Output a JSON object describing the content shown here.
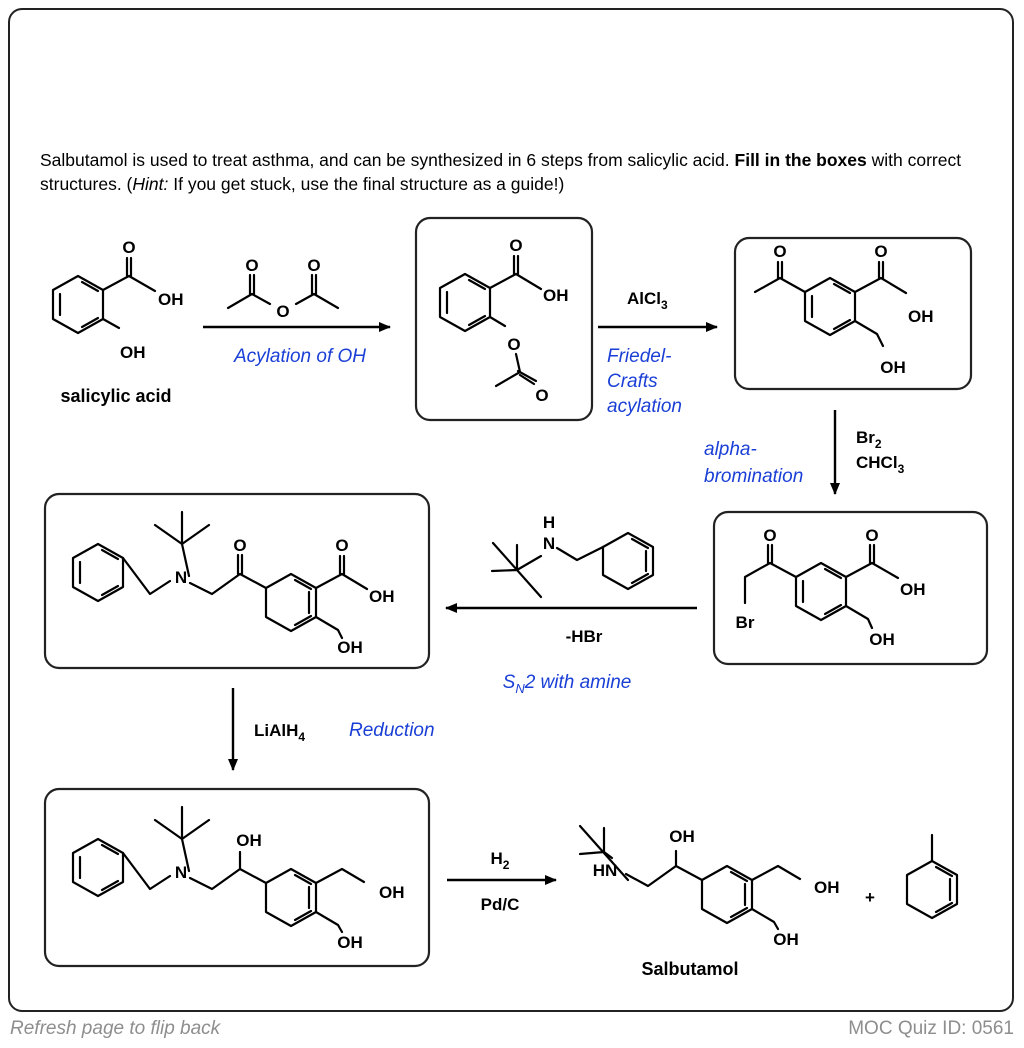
{
  "intro": {
    "part1": "Salbutamol is used to treat asthma, and can be synthesized in 6 steps from salicylic acid. ",
    "bold1": "Fill in the boxes",
    "part2": " with correct structures. (",
    "hint_label": "Hint:",
    "part3": " If you get stuck, use the final structure as a guide!)"
  },
  "atoms": {
    "o": "O",
    "oh": "OH",
    "n": "N",
    "h": "H",
    "hn": "HN",
    "br": "Br",
    "plus": "+"
  },
  "labels": {
    "salicylic_acid": "salicylic acid",
    "salbutamol": "Salbutamol"
  },
  "reagents": {
    "alcl3": "AlCl",
    "alcl3_sub": "3",
    "br2": "Br",
    "br2_sub": "2",
    "chcl3": "CHCl",
    "chcl3_sub": "3",
    "hbr": "-HBr",
    "lialh4": "LiAlH",
    "lialh4_sub": "4",
    "h2": "H",
    "h2_sub": "2",
    "pdc": "Pd/C"
  },
  "notes": {
    "acylation": "Acylation of OH",
    "friedel_1": "Friedel-",
    "friedel_2": "Crafts",
    "friedel_3": "acylation",
    "alpha_1": "alpha-",
    "alpha_2": "bromination",
    "sn2_s": "S",
    "sn2_n": "N",
    "sn2_rest": "2 with amine",
    "reduction": "Reduction"
  },
  "footer": {
    "left": "Refresh page to flip back",
    "right": "MOC Quiz ID: 0561"
  },
  "colors": {
    "note_blue": "#1a3fd6",
    "footer_grey": "#8e8e8e",
    "border": "#222222"
  }
}
